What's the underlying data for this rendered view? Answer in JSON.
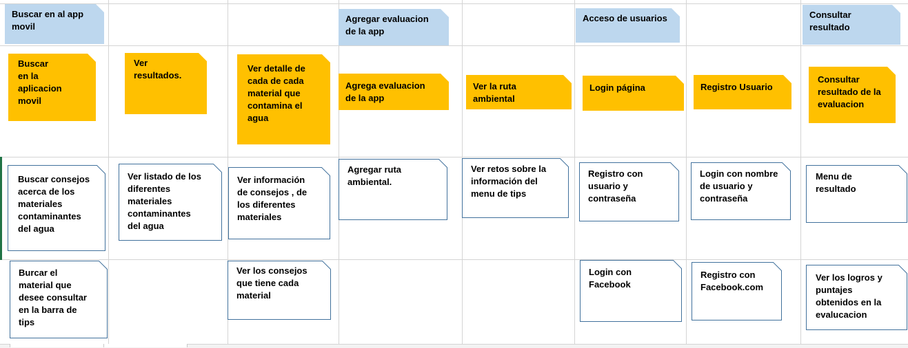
{
  "colors": {
    "header_fill": "#bdd7ee",
    "activity_fill": "#ffc000",
    "story_fill": "#ffffff",
    "card_border": "#41719c",
    "grid": "#d4d4d4",
    "selection": "#217346"
  },
  "headers": [
    "Buscar en al app\nmovil",
    "Agregar evaluacion\nde la app",
    "Acceso de usuarios",
    "Consultar\nresultado"
  ],
  "activities": [
    "Buscar\nen la\naplicacion\nmovil",
    "Ver\nresultados.",
    "Ver detalle de\ncada de cada\nmaterial que\ncontamina el\nagua",
    "Agrega evaluacion\nde la app",
    "Ver la ruta\nambiental",
    "Login página",
    "Registro Usuario",
    "Consultar\nresultado de la\nevaluacion"
  ],
  "stories_row1": [
    "Buscar consejos\nacerca de los\nmateriales\ncontaminantes\ndel agua",
    "Ver listado de los\ndiferentes\nmateriales\ncontaminantes\ndel agua",
    "Ver información\nde consejos , de\nlos diferentes\nmateriales",
    "Agregar ruta\nambiental.",
    "Ver retos sobre la\ninformación  del\nmenu de tips",
    "Registro con\nusuario y\ncontraseña",
    "Login con nombre\nde  usuario y\ncontraseña",
    "Menu de\nresultado"
  ],
  "stories_row2": [
    "Burcar el\nmaterial que\ndesee consultar\nen la barra de\ntips",
    "Ver los consejos\nque tiene cada\nmaterial",
    "Login con\nFacebook",
    "Registro con\nFacebook.com",
    "Ver los logros y\npuntajes\nobtenidos en la\nevalucacion"
  ]
}
